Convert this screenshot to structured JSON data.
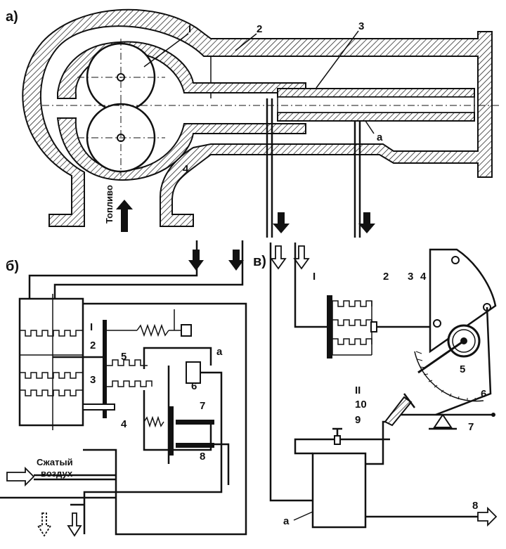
{
  "panels": {
    "a": {
      "label": "а)",
      "numbers": [
        "I",
        "2",
        "3",
        "4"
      ],
      "sub_label": "а",
      "text_fuel": "Топливо"
    },
    "b": {
      "label": "б)",
      "numbers": [
        "I",
        "2",
        "3",
        "4",
        "5",
        "6",
        "7",
        "8"
      ],
      "sub_label": "а",
      "text_air_line1": "Сжатый",
      "text_air_line2": "воздух"
    },
    "c": {
      "label": "в)",
      "numbers": [
        "I",
        "2",
        "3",
        "4",
        "5",
        "6",
        "7",
        "8",
        "9",
        "10",
        "II"
      ],
      "sub_label": "а"
    }
  },
  "icons": {
    "flow_arrow_solid": "arrow-down-solid-icon",
    "flow_arrow_open": "arrow-open-icon"
  },
  "colors": {
    "ink": "#111111",
    "paper": "#ffffff"
  }
}
